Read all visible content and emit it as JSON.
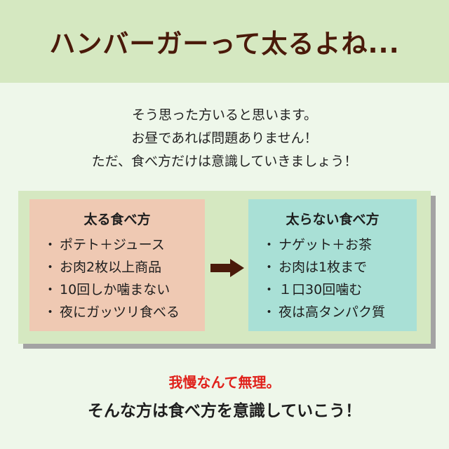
{
  "header": {
    "title": "ハンバーガーって太るよね..."
  },
  "intro": {
    "lines": [
      "そう思った方いると思います。",
      "お昼であれば問題ありません！",
      "ただ、食べ方だけは意識していきましょう！"
    ]
  },
  "comparison": {
    "bullet": "・",
    "bad": {
      "title": "太る食べ方",
      "items": [
        "ポテト＋ジュース",
        "お肉2枚以上商品",
        "10回しか噛まない",
        "夜にガッツリ食べる"
      ]
    },
    "good": {
      "title": "太らない食べ方",
      "items": [
        "ナゲット＋お茶",
        "お肉は1枚まで",
        "１口30回噛む",
        "夜は高タンパク質"
      ]
    },
    "arrow_icon": "right-arrow-icon"
  },
  "closing": {
    "warning": "我慢なんて無理。",
    "cta": "そんな方は食べ方を意識していこう！"
  },
  "colors": {
    "header_bg": "#d5e8c1",
    "page_bg": "#eef7ea",
    "bad_box": "#efc9b3",
    "good_box": "#a9e0d6",
    "title_color": "#4a1a0a",
    "warning_color": "#e0201a",
    "arrow_color": "#4a1a0a"
  }
}
